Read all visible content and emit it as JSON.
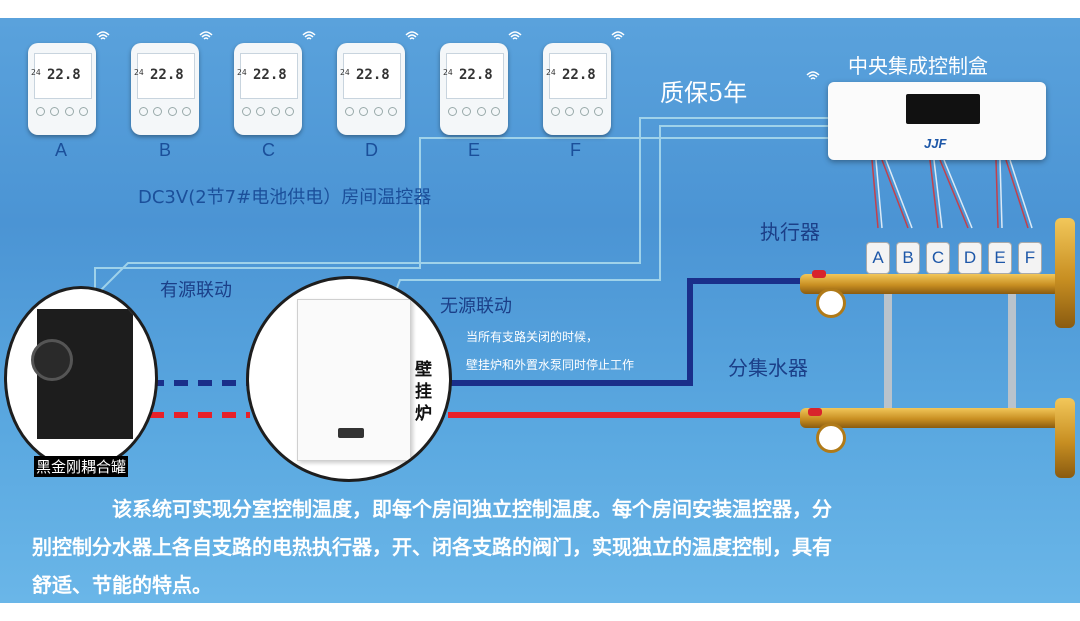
{
  "thermostats": [
    {
      "letter": "A",
      "display": "22.8",
      "small": "24"
    },
    {
      "letter": "B",
      "display": "22.8",
      "small": "24"
    },
    {
      "letter": "C",
      "display": "22.8",
      "small": "24"
    },
    {
      "letter": "D",
      "display": "22.8",
      "small": "24"
    },
    {
      "letter": "E",
      "display": "22.8",
      "small": "24"
    },
    {
      "letter": "F",
      "display": "22.8",
      "small": "24"
    }
  ],
  "thermostat_caption": "DC3V(2节7#电池供电）房间温控器",
  "warranty": "质保5年",
  "control_box_title": "中央集成控制盒",
  "actuator_label": "执行器",
  "actuator_letters": [
    "A",
    "B",
    "C",
    "D",
    "E",
    "F"
  ],
  "active_link": "有源联动",
  "passive_link": "无源联动",
  "boiler_label": "壁挂炉",
  "boiler_note": [
    "当所有支路关闭的时候，",
    "壁挂炉和外置水泵同时停止工作"
  ],
  "manifold_label": "分集水器",
  "pump_label": "黑金刚耦合罐",
  "description_lines": [
    "该系统可实现分室控制温度，即每个房间独立控制温度。每个房间安装温控器，分",
    "别控制分水器上各自支路的电热执行器，开、闭各支路的阀门，实现独立的温度控制，具有",
    "舒适、节能的特点。"
  ],
  "colors": {
    "background": "#5aa2dc",
    "supply": "#e8202a",
    "return": "#1a2f8a",
    "wire": "#a8d8ee",
    "label_blue": "#1b4f9a"
  }
}
